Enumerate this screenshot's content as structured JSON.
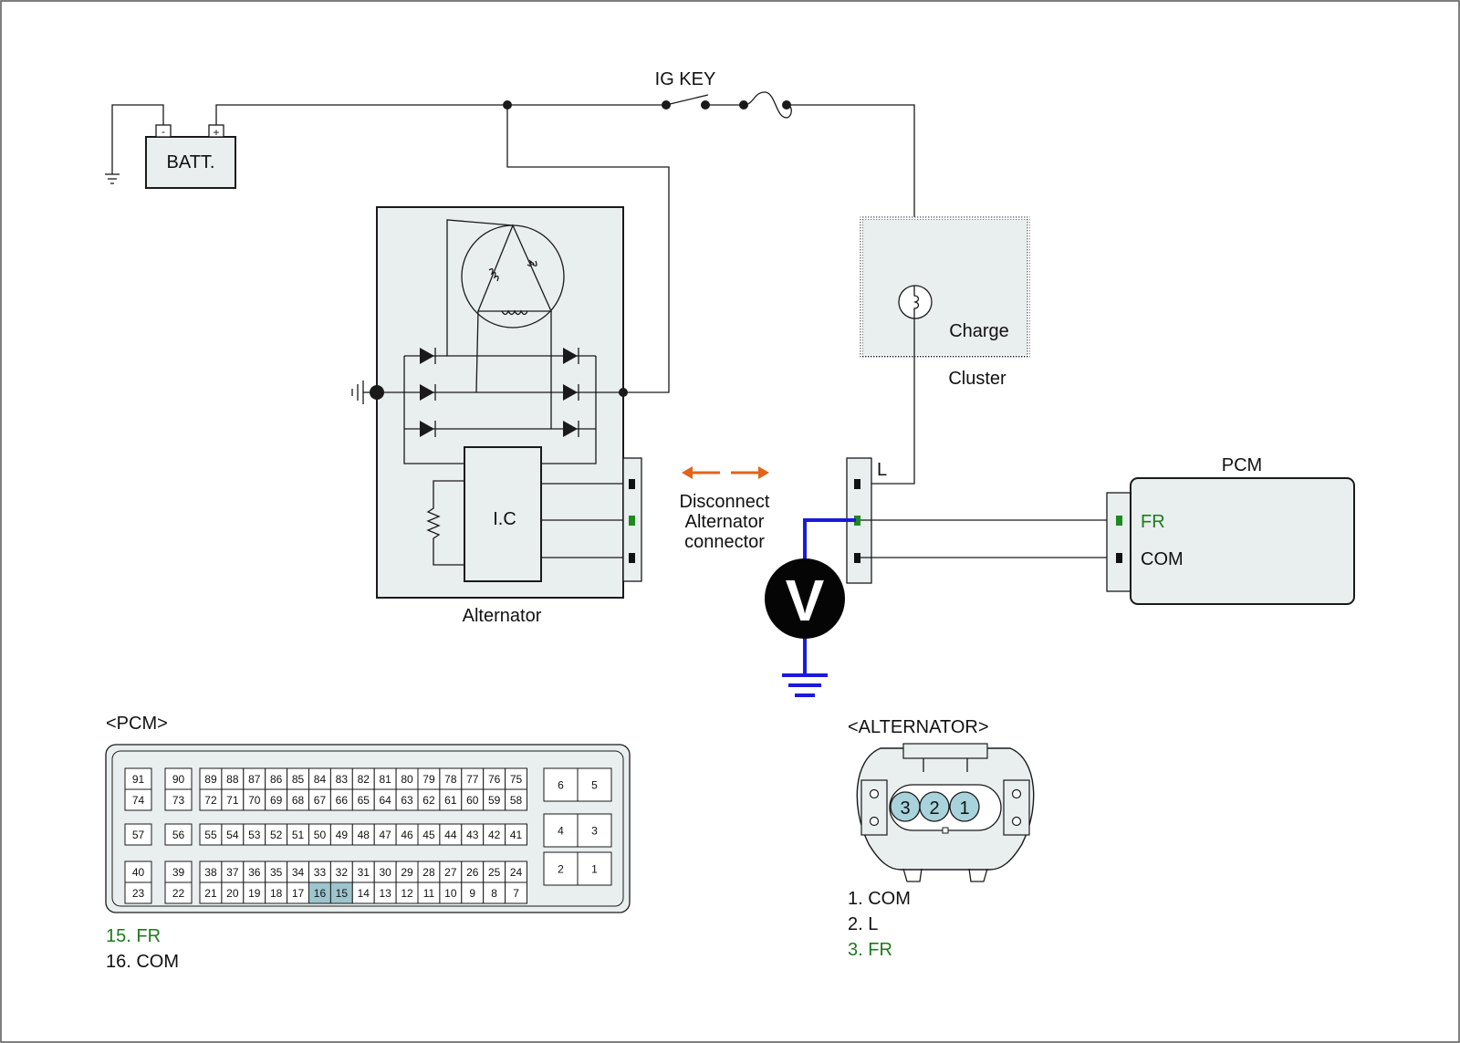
{
  "colors": {
    "background": "#ffffff",
    "box_fill": "#e9eeef",
    "green_signal": "#1e7a1e",
    "meter_wire": "#1a1adc",
    "arrow": "#e2631a",
    "pin_highlight": "#9cc5ce"
  },
  "labels": {
    "ig_key": "IG KEY",
    "battery": "BATT.",
    "battery_minus": "-",
    "battery_plus": "+",
    "alternator": "Alternator",
    "ic": "I.C",
    "charge": "Charge",
    "cluster": "Cluster",
    "connector_l": "L",
    "pcm": "PCM",
    "pcm_fr": "FR",
    "pcm_com": "COM",
    "meter": "V",
    "instruction": [
      "Disconnect",
      "Alternator",
      "connector"
    ]
  },
  "pcm_connector": {
    "title": "<PCM>",
    "legend": [
      {
        "text": "15. FR",
        "highlight": true
      },
      {
        "text": "16. COM",
        "highlight": false
      }
    ],
    "highlighted_pins": [
      "15",
      "16"
    ],
    "left_pairs": [
      [
        "91",
        "74"
      ],
      [
        "57",
        ""
      ],
      [
        "40",
        "23"
      ]
    ],
    "second_pairs": [
      [
        "90",
        "73"
      ],
      [
        "56",
        ""
      ],
      [
        "39",
        "22"
      ]
    ],
    "main_rows": [
      [
        "89",
        "88",
        "87",
        "86",
        "85",
        "84",
        "83",
        "82",
        "81",
        "80",
        "79",
        "78",
        "77",
        "76",
        "75"
      ],
      [
        "72",
        "71",
        "70",
        "69",
        "68",
        "67",
        "66",
        "65",
        "64",
        "63",
        "62",
        "61",
        "60",
        "59",
        "58"
      ],
      [
        "55",
        "54",
        "53",
        "52",
        "51",
        "50",
        "49",
        "48",
        "47",
        "46",
        "45",
        "44",
        "43",
        "42",
        "41"
      ],
      [
        "38",
        "37",
        "36",
        "35",
        "34",
        "33",
        "32",
        "31",
        "30",
        "29",
        "28",
        "27",
        "26",
        "25",
        "24"
      ],
      [
        "21",
        "20",
        "19",
        "18",
        "17",
        "16",
        "15",
        "14",
        "13",
        "12",
        "11",
        "10",
        "9",
        "8",
        "7"
      ]
    ],
    "right_pairs": [
      [
        "6",
        "5"
      ],
      [
        "4",
        "3"
      ],
      [
        "2",
        "1"
      ]
    ]
  },
  "alternator_connector": {
    "title": "<ALTERNATOR>",
    "pins": [
      "3",
      "2",
      "1"
    ],
    "legend": [
      {
        "text": "1. COM",
        "highlight": false
      },
      {
        "text": "2. L",
        "highlight": false
      },
      {
        "text": "3. FR",
        "highlight": true
      }
    ]
  }
}
